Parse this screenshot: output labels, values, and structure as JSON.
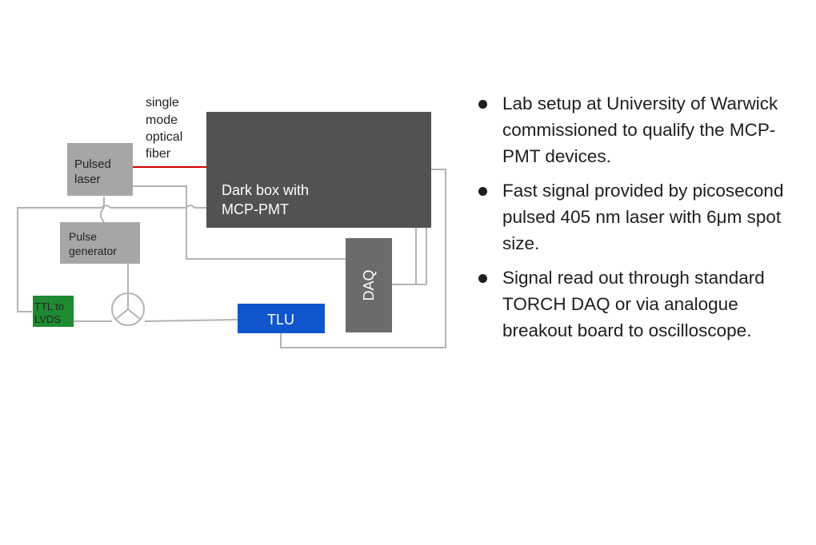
{
  "diagram": {
    "fiber_label": [
      "single",
      "mode",
      "optical",
      "fiber"
    ],
    "pulsed_laser": [
      "Pulsed",
      "laser"
    ],
    "dark_box": [
      "Dark box with",
      "MCP-PMT"
    ],
    "pulse_generator": [
      "Pulse",
      "generator"
    ],
    "ttl_lvds": [
      "TTL to",
      "LVDS"
    ],
    "tlu": "TLU",
    "daq": "DAQ",
    "colors": {
      "dark_box": "#525252",
      "gray_box": "#a6a6a6",
      "daq_box": "#6b6b6b",
      "tlu_box": "#1155cc",
      "ttl_box": "#1e8a32",
      "fiber": "#d40000",
      "wire": "#b3b3b3"
    }
  },
  "bullets": [
    "Lab setup at University of Warwick commissioned to qualify the MCP-PMT devices.",
    "Fast signal provided by picosecond pulsed 405 nm laser with 6μm spot size.",
    "Signal read out through standard TORCH DAQ or via analogue breakout board to oscilloscope."
  ]
}
